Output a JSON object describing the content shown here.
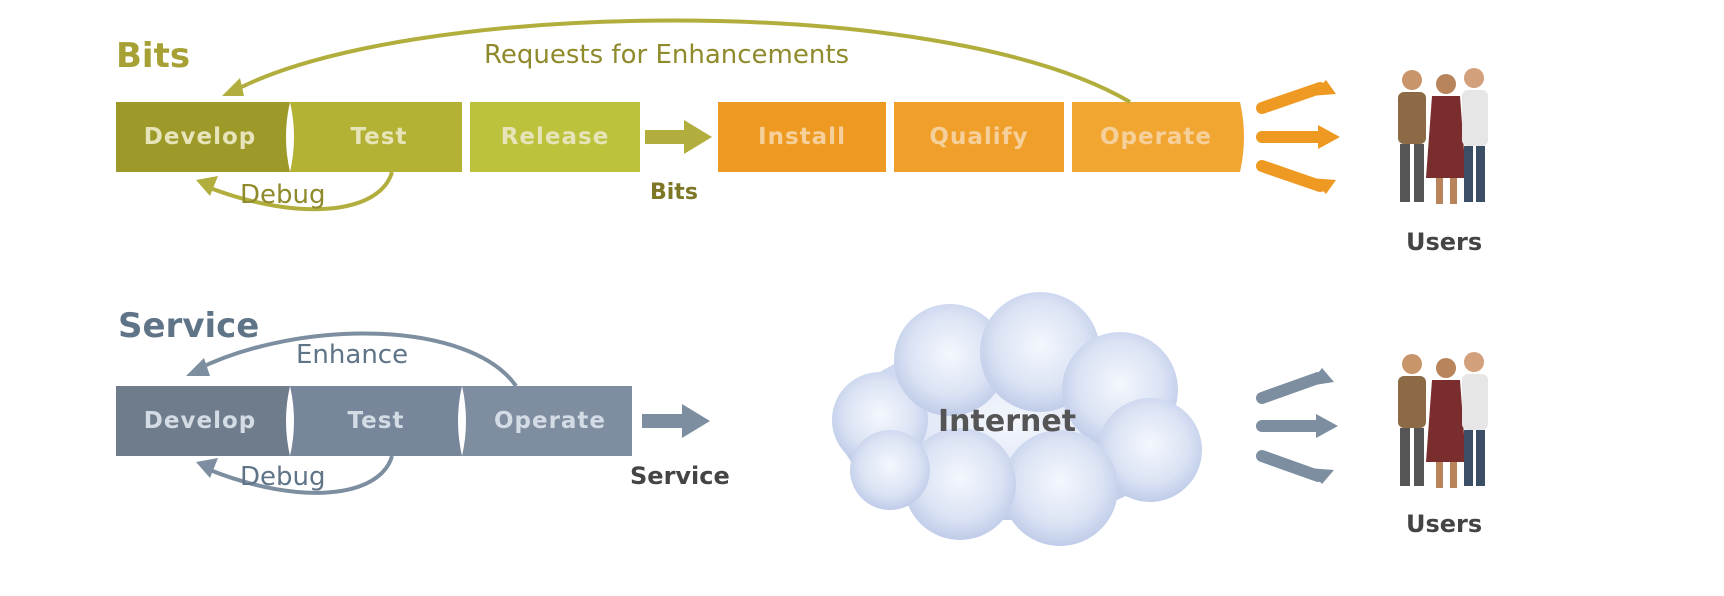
{
  "bits": {
    "title": "Bits",
    "feedback_label": "Requests for Enhancements",
    "debug_label": "Debug",
    "output_label": "Bits",
    "stages": [
      "Develop",
      "Test",
      "Release",
      "Install",
      "Qualify",
      "Operate"
    ],
    "users_label": "Users"
  },
  "service": {
    "title": "Service",
    "feedback_label": "Enhance",
    "debug_label": "Debug",
    "output_label": "Service",
    "stages": [
      "Develop",
      "Test",
      "Operate"
    ],
    "network_label": "Internet",
    "users_label": "Users"
  },
  "colors": {
    "bits_dev": "#9e9a2a",
    "bits_test": "#b4b234",
    "bits_release": "#bcc23c",
    "bits_ops": "#ee9a22",
    "service_stage": "#6e7c8c",
    "bits_arrow": "#b2ae3e",
    "service_arrow": "#7d8ea0",
    "ops_arrow": "#ee9a22"
  },
  "icons": [
    "users-group-icon",
    "cloud-icon",
    "arrow-right-icon"
  ]
}
